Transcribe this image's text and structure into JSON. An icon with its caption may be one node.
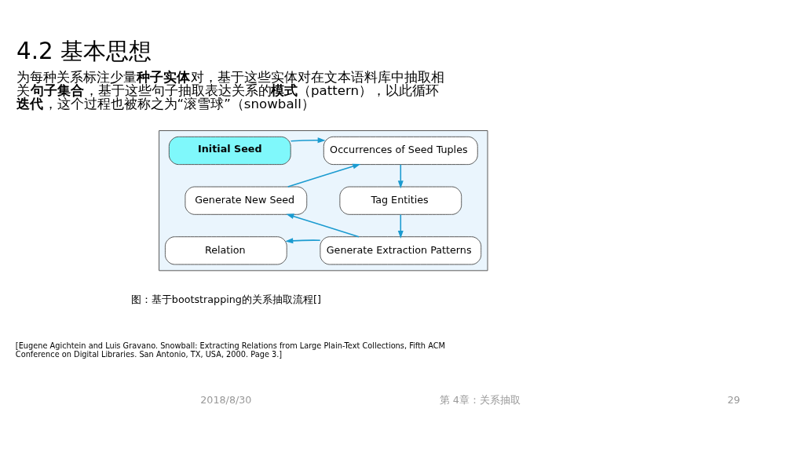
{
  "diagram": {
    "title": "4.2 基本思想",
    "caption": "图：基于bootstrapping的关系抽取流程[]",
    "nodes": [
      {
        "text": [],
        "shape": "box"
      },
      {
        "text": [
          "Initial Seed"
        ],
        "in": 0
      },
      {
        "text": [
          "Occurrences of Seed Tuples"
        ],
        "in": 0
      },
      {
        "text": [
          "Generate New Seed"
        ],
        "in": 0
      },
      {
        "text": [
          "Tag Entities"
        ],
        "in": 0
      },
      {
        "text": [
          "Relation"
        ],
        "in": 0
      },
      {
        "text": [
          "Generate Extraction Patterns"
        ],
        "in": 0
      }
    ],
    "edges": [
      {
        "from": 1,
        "to": 2,
        "arrow": "to"
      },
      {
        "from": 2,
        "to": 4,
        "arrow": "to"
      },
      {
        "from": 4,
        "to": 6,
        "arrow": "to"
      },
      {
        "from": 6,
        "to": 3,
        "arrow": "to"
      },
      {
        "from": 3,
        "to": 2,
        "arrow": "to"
      },
      {
        "from": 6,
        "to": 5,
        "arrow": "to"
      }
    ],
    "labels": [
      "为每种关系标注少量**种子实体**对，基于这些实体对在文本语料库中抽取相关**句子集合**，基于这些句子抽取表达关系的**模式**（pattern），以此循环**迭代**，这个过程也被称之为“滚雪球”（snowball）",
      "[Eugene Agichtein and Luis Gravano. Snowball: Extracting Relations from Large Plain-Text Collections, Fifth ACM Conference on Digital Libraries. San Antonio, TX, USA, 2000. Page 3.]",
      "2018/8/30",
      "第 4章：关系抽取",
      "29"
    ]
  }
}
